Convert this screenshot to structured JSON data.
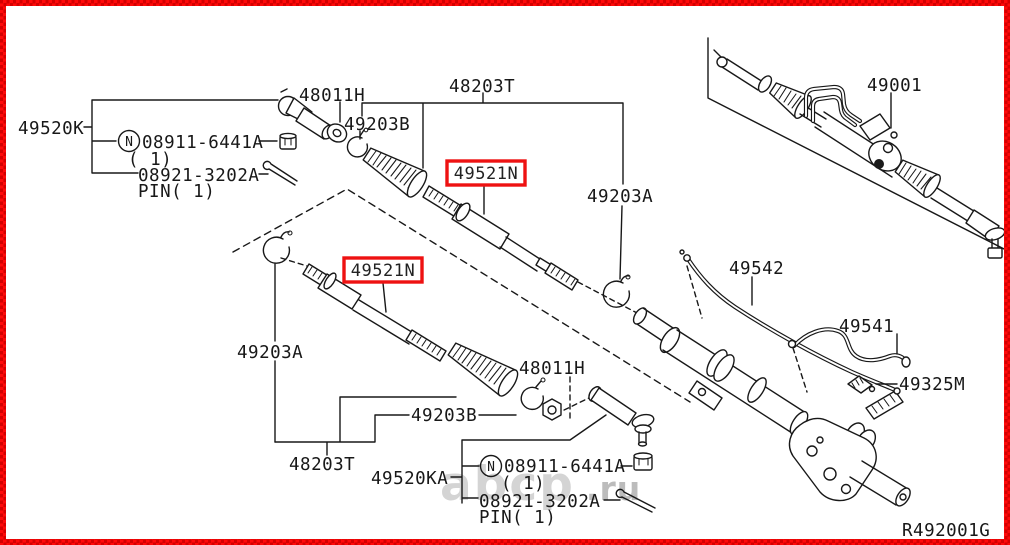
{
  "frame": {
    "border_color_a": "#ff0a0a",
    "border_color_b": "#d40000"
  },
  "diagram": {
    "ref_code": "R492001G",
    "highlight_box_color": "#ee1212",
    "labels": {
      "steering_gear": "49001",
      "outer_socket_group": "49520K",
      "outer_socket_group_2": "49520KA",
      "inner_socket": "49521N",
      "boot_clamp_a": "49203A",
      "boot_clamp_b": "49203B",
      "inner_socket_kit": "48203T",
      "washer": "48011H",
      "nut_marker": "N",
      "castle_nut": "08911-6441A",
      "castle_nut_qty": "( 1)",
      "cotter_pin": "08921-3202A",
      "cotter_pin_qty": "PIN( 1)",
      "cylinder_tube": "49542",
      "cylinder_tube_2": "49541",
      "sensor": "49325M"
    }
  },
  "watermark": {
    "main": "abcp",
    "suffix": ".ru",
    "color_main": "#b2b2b2",
    "color_suffix": "#999999"
  }
}
